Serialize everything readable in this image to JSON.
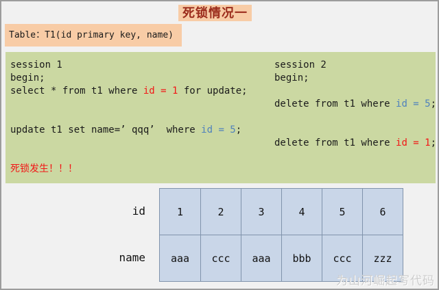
{
  "title": "死锁情况一",
  "table_label": "Table：T1(id primary key, name)",
  "colors": {
    "page_background": "#f1f1f1",
    "page_border": "#9c9c9c",
    "highlight_peach": "#f8cca6",
    "panel_green": "#cbd8a2",
    "title_red": "#9b2c1c",
    "code_red": "#f21616",
    "code_blue": "#4f81bd",
    "cell_blue": "#c9d6e8",
    "cell_border": "#8093ab",
    "watermark_gray": "#cdcdcd"
  },
  "session1": {
    "lines": [
      [
        {
          "t": "session 1"
        }
      ],
      [
        {
          "t": "begin;"
        }
      ],
      [
        {
          "t": "select * from t1 where "
        },
        {
          "t": "id = 1",
          "c": "#f21616"
        },
        {
          "t": " for update;"
        }
      ],
      [],
      [],
      [
        {
          "t": "update t1 set name=’ qqq’  where "
        },
        {
          "t": "id = 5",
          "c": "#4f81bd"
        },
        {
          "t": ";"
        }
      ],
      [],
      [],
      [
        {
          "t": "死锁发生！！！",
          "c": "#f21616"
        }
      ]
    ]
  },
  "session2": {
    "lines": [
      [
        {
          "t": "session 2"
        }
      ],
      [
        {
          "t": "begin;"
        }
      ],
      [],
      [
        {
          "t": "delete from t1 where "
        },
        {
          "t": "id = 5",
          "c": "#4f81bd"
        },
        {
          "t": ";"
        }
      ],
      [],
      [],
      [
        {
          "t": "delete from t1 where "
        },
        {
          "t": "id = 1",
          "c": "#f21616"
        },
        {
          "t": ";"
        }
      ]
    ]
  },
  "bottom_table": {
    "row_labels": [
      "id",
      "name"
    ],
    "id_values": [
      "1",
      "2",
      "3",
      "4",
      "5",
      "6"
    ],
    "name_values": [
      "aaa",
      "ccc",
      "aaa",
      "bbb",
      "ccc",
      "zzz"
    ]
  },
  "watermark": "为山河崛起写代码"
}
